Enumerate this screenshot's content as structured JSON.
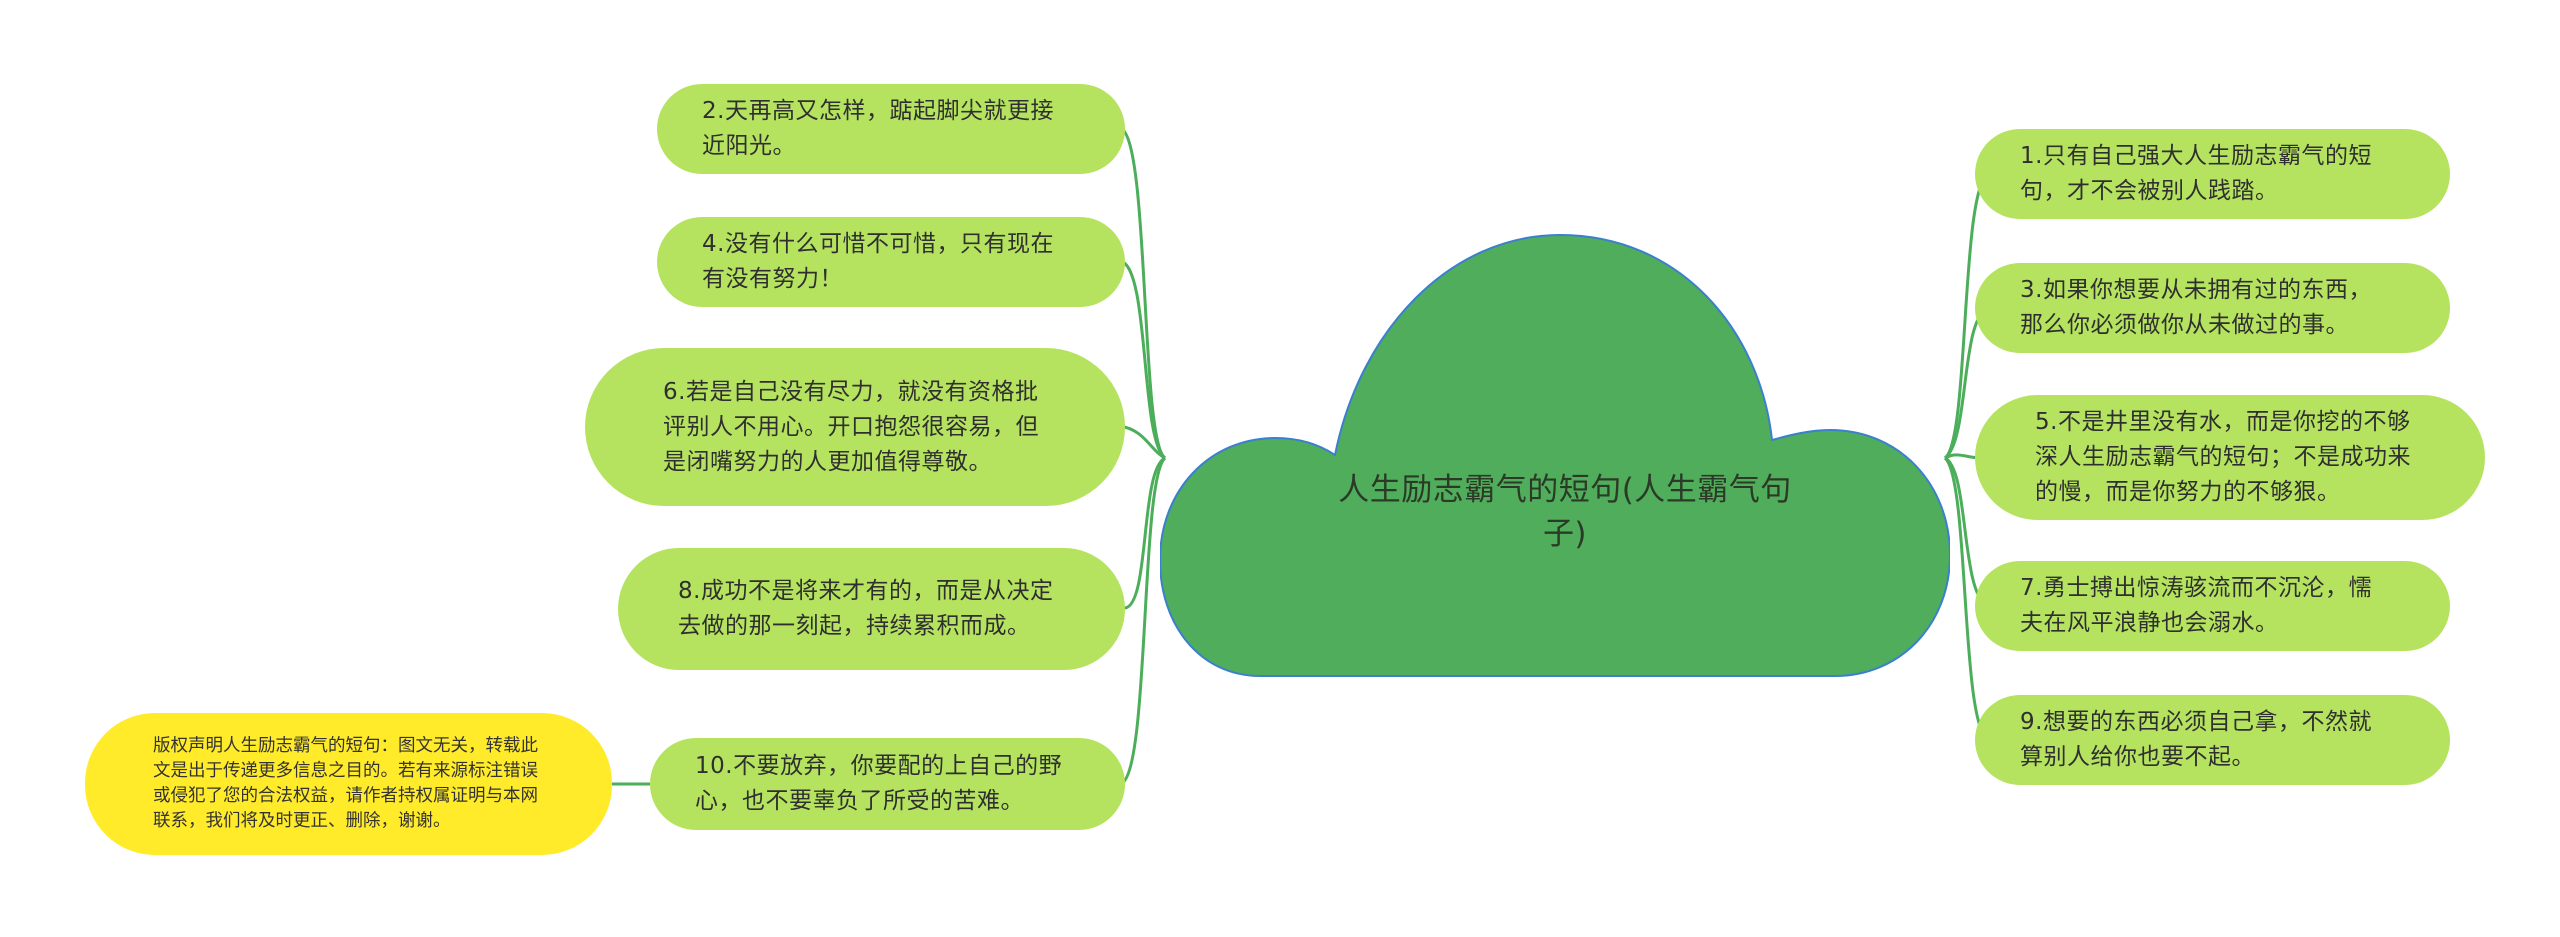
{
  "colors": {
    "center_fill": "#50ad5b",
    "center_stroke": "#3b7fcf",
    "node_fill": "#b5e35f",
    "note_fill": "#ffeb2a",
    "line": "#4cae5a"
  },
  "center": {
    "title": "人生励志霸气的短句(人生霸气句子)"
  },
  "left_nodes": [
    {
      "text": "2.天再高又怎样，踮起脚尖就更接近阳光。"
    },
    {
      "text": "4.没有什么可惜不可惜，只有现在有没有努力！"
    },
    {
      "text": "6.若是自己没有尽力，就没有资格批评别人不用心。开口抱怨很容易，但是闭嘴努力的人更加值得尊敬。"
    },
    {
      "text": "8.成功不是将来才有的，而是从决定去做的那一刻起，持续累积而成。"
    },
    {
      "text": "10.不要放弃，你要配的上自己的野心，也不要辜负了所受的苦难。"
    }
  ],
  "right_nodes": [
    {
      "text": "1.只有自己强大人生励志霸气的短句，才不会被别人践踏。"
    },
    {
      "text": "3.如果你想要从未拥有过的东西，那么你必须做你从未做过的事。"
    },
    {
      "text": "5.不是井里没有水，而是你挖的不够深人生励志霸气的短句；不是成功来的慢，而是你努力的不够狠。"
    },
    {
      "text": "7.勇士搏出惊涛骇流而不沉沦，懦夫在风平浪静也会溺水。"
    },
    {
      "text": "9.想要的东西必须自己拿，不然就算别人给你也要不起。"
    }
  ],
  "note": {
    "text": "版权声明人生励志霸气的短句：图文无关，转载此文是出于传递更多信息之目的。若有来源标注错误或侵犯了您的合法权益，请作者持权属证明与本网联系，我们将及时更正、删除，谢谢。"
  }
}
